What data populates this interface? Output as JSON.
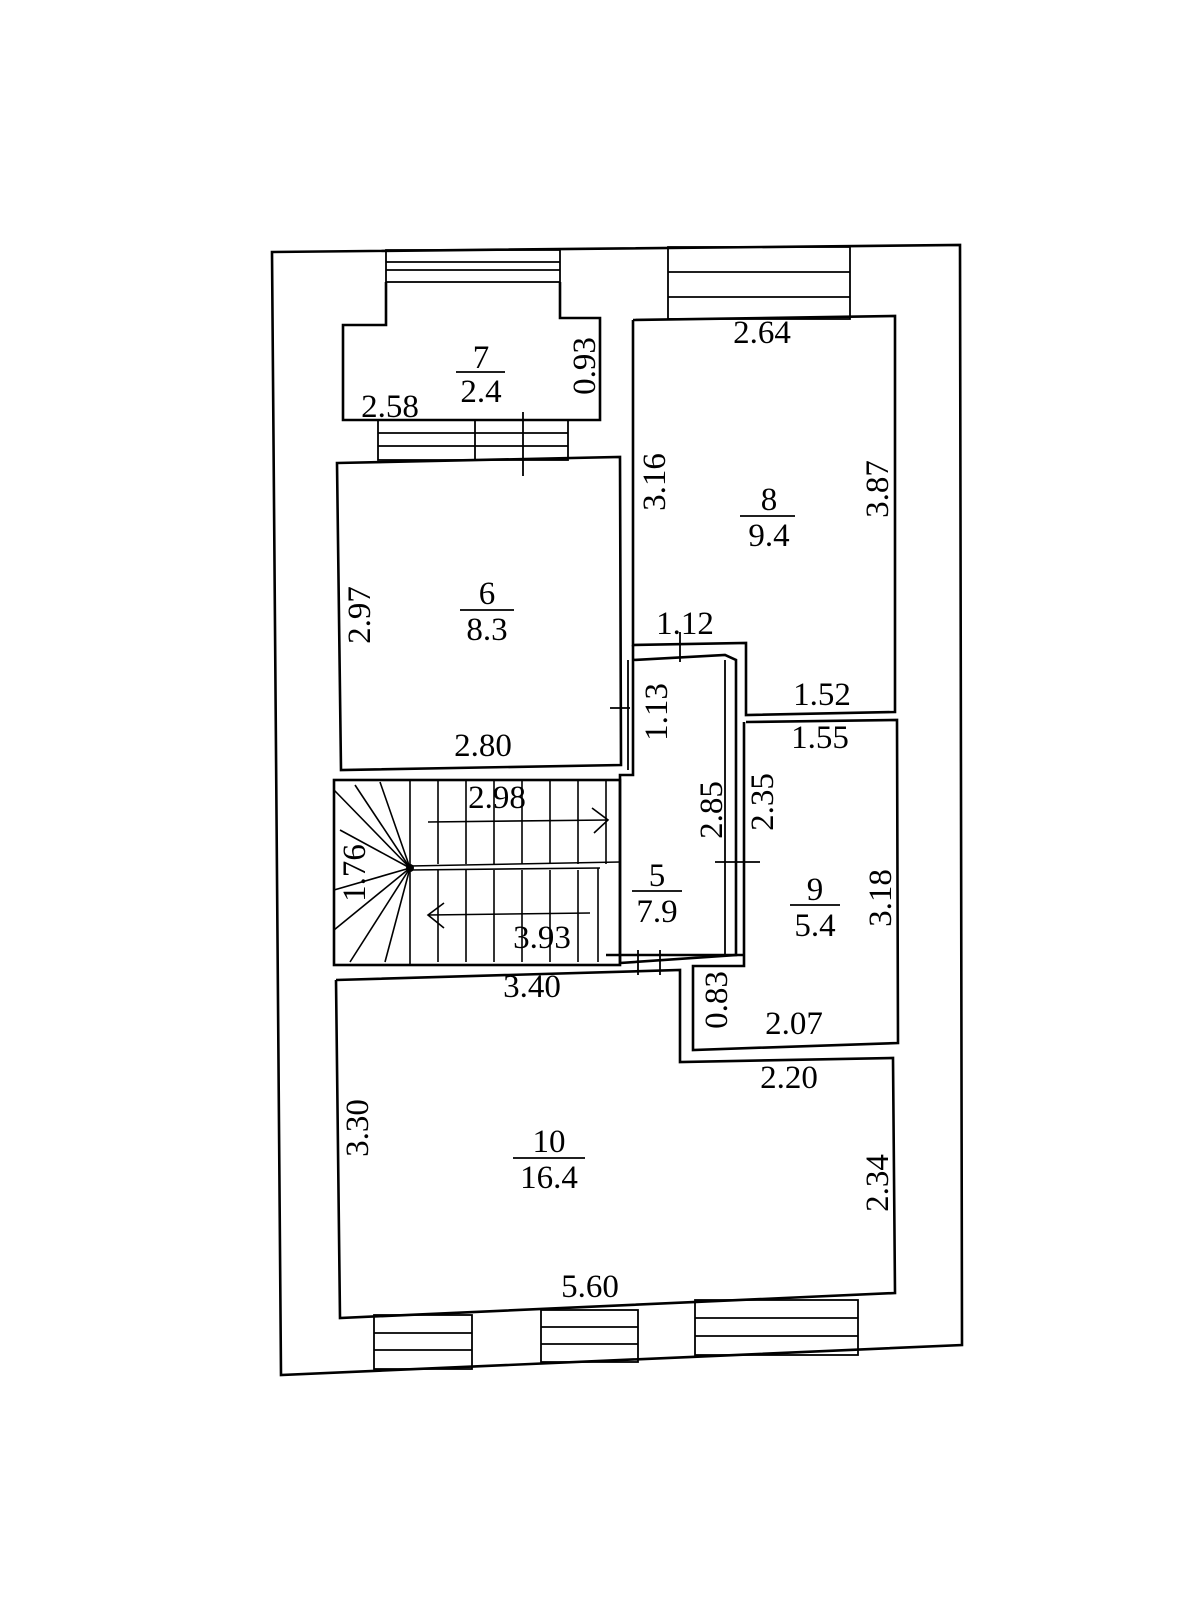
{
  "rooms": [
    {
      "id": "7",
      "number": "7",
      "area": "2.4"
    },
    {
      "id": "8",
      "number": "8",
      "area": "9.4"
    },
    {
      "id": "6",
      "number": "6",
      "area": "8.3"
    },
    {
      "id": "5",
      "number": "5",
      "area": "7.9"
    },
    {
      "id": "9",
      "number": "9",
      "area": "5.4"
    },
    {
      "id": "10",
      "number": "10",
      "area": "16.4"
    }
  ],
  "dimensions": {
    "r7_width": "2.58",
    "r7_depth": "0.93",
    "r8_top": "2.64",
    "r8_left": "3.16",
    "r8_right": "3.87",
    "r8_notch": "1.12",
    "r8_bottom": "1.52",
    "r6_left": "2.97",
    "r6_bottom": "2.80",
    "r5_top": "1.13",
    "r5_right": "2.85",
    "r5_bottom": "3.40",
    "stair_top": "2.98",
    "stair_bottom": "3.93",
    "stair_left": "1.76",
    "r9_top": "1.55",
    "r9_left": "2.35",
    "r9_right": "3.18",
    "r9_notch": "0.83",
    "r9_bottom": "2.07",
    "r10_top": "2.20",
    "r10_left": "3.30",
    "r10_right": "2.34",
    "r10_bottom": "5.60"
  }
}
